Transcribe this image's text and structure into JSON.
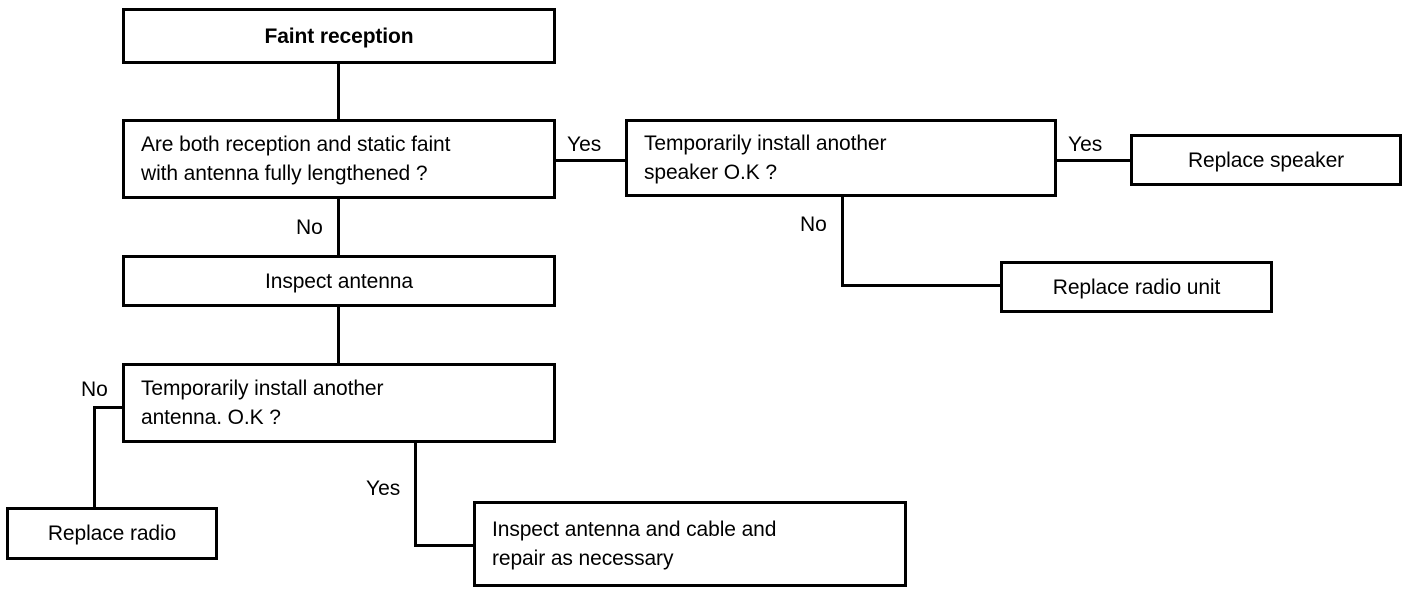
{
  "diagram": {
    "type": "flowchart",
    "title": "Faint reception",
    "nodes": {
      "start": {
        "label": "Faint reception"
      },
      "decision_reception_static": {
        "label": "Are both reception and static faint\nwith antenna fully lengthened ?"
      },
      "decision_speaker": {
        "label": "Temporarily install another\nspeaker O.K ?"
      },
      "replace_speaker": {
        "label": "Replace speaker"
      },
      "replace_radio_unit": {
        "label": "Replace radio unit"
      },
      "inspect_antenna": {
        "label": "Inspect antenna"
      },
      "decision_antenna": {
        "label": "Temporarily install another\nantenna. O.K ?"
      },
      "replace_radio": {
        "label": "Replace radio"
      },
      "inspect_antenna_cable": {
        "label": "Inspect antenna and cable and\nrepair as necessary"
      }
    },
    "edge_labels": {
      "reception_yes": "Yes",
      "reception_no": "No",
      "speaker_yes": "Yes",
      "speaker_no": "No",
      "antenna_no": "No",
      "antenna_yes": "Yes"
    },
    "colors": {
      "stroke": "#000000",
      "fill": "#ffffff",
      "text": "#000000"
    }
  }
}
